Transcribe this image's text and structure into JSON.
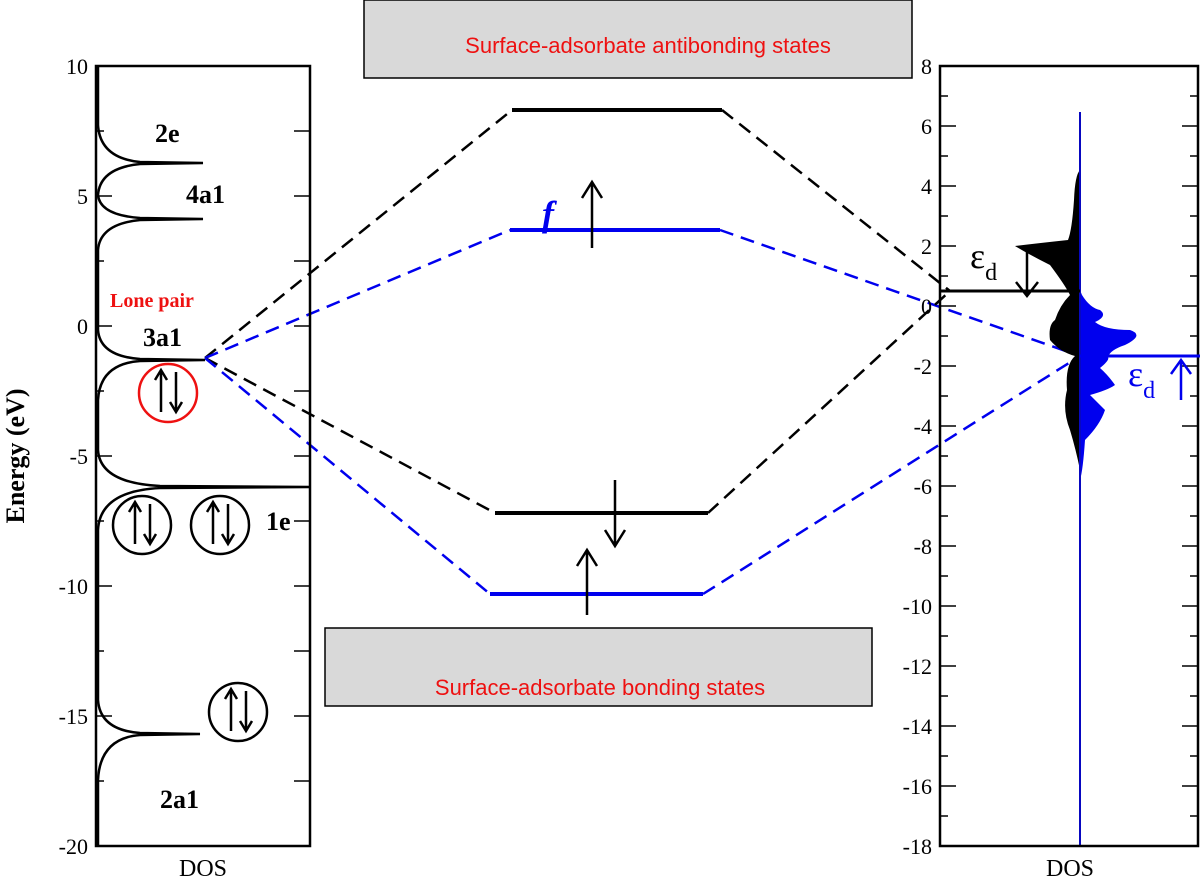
{
  "left_panel": {
    "ylabel": "Energy (eV)",
    "xlabel": "DOS",
    "ticks": [
      "10",
      "5",
      "0",
      "-5",
      "-10",
      "-15",
      "-20"
    ],
    "labels": {
      "e2": "2e",
      "a4": "4a1",
      "lone_pair": "Lone pair",
      "a3": "3a1",
      "e1": "1e",
      "a2": "2a1"
    }
  },
  "right_panel": {
    "xlabel": "DOS",
    "ticks": [
      "8",
      "6",
      "4",
      "2",
      "0",
      "-2",
      "-4",
      "-6",
      "-8",
      "-10",
      "-12",
      "-14",
      "-16",
      "-18"
    ],
    "eps_black": "ε",
    "eps_black_sub": "d",
    "eps_blue": "ε",
    "eps_blue_sub": "d"
  },
  "middle": {
    "antibonding_label": "Surface-adsorbate antibonding states",
    "bonding_label": "Surface-adsorbate bonding states",
    "f_label": "f"
  },
  "colors": {
    "blue": "#0000ee",
    "red": "#ee1111",
    "box": "#d9d9d9"
  }
}
